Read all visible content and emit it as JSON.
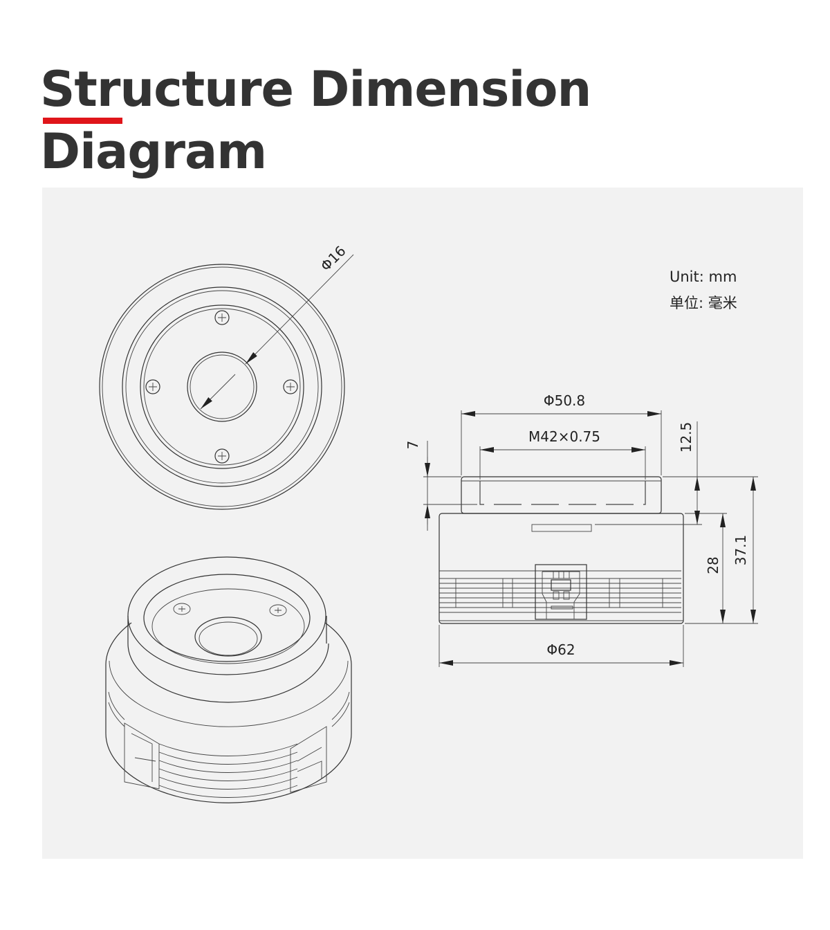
{
  "header": {
    "title": "Structure Dimension Diagram",
    "accent_color": "#e0151a"
  },
  "unit": {
    "english": "Unit: mm",
    "chinese": "单位: 毫米"
  },
  "dimensions": {
    "lens_diameter": "Φ16",
    "top_diameter": "Φ50.8",
    "thread": "M42×0.75",
    "thread_depth": "7",
    "top_height": "12.5",
    "body_height": "28",
    "total_height": "37.1",
    "body_diameter": "Φ62"
  }
}
